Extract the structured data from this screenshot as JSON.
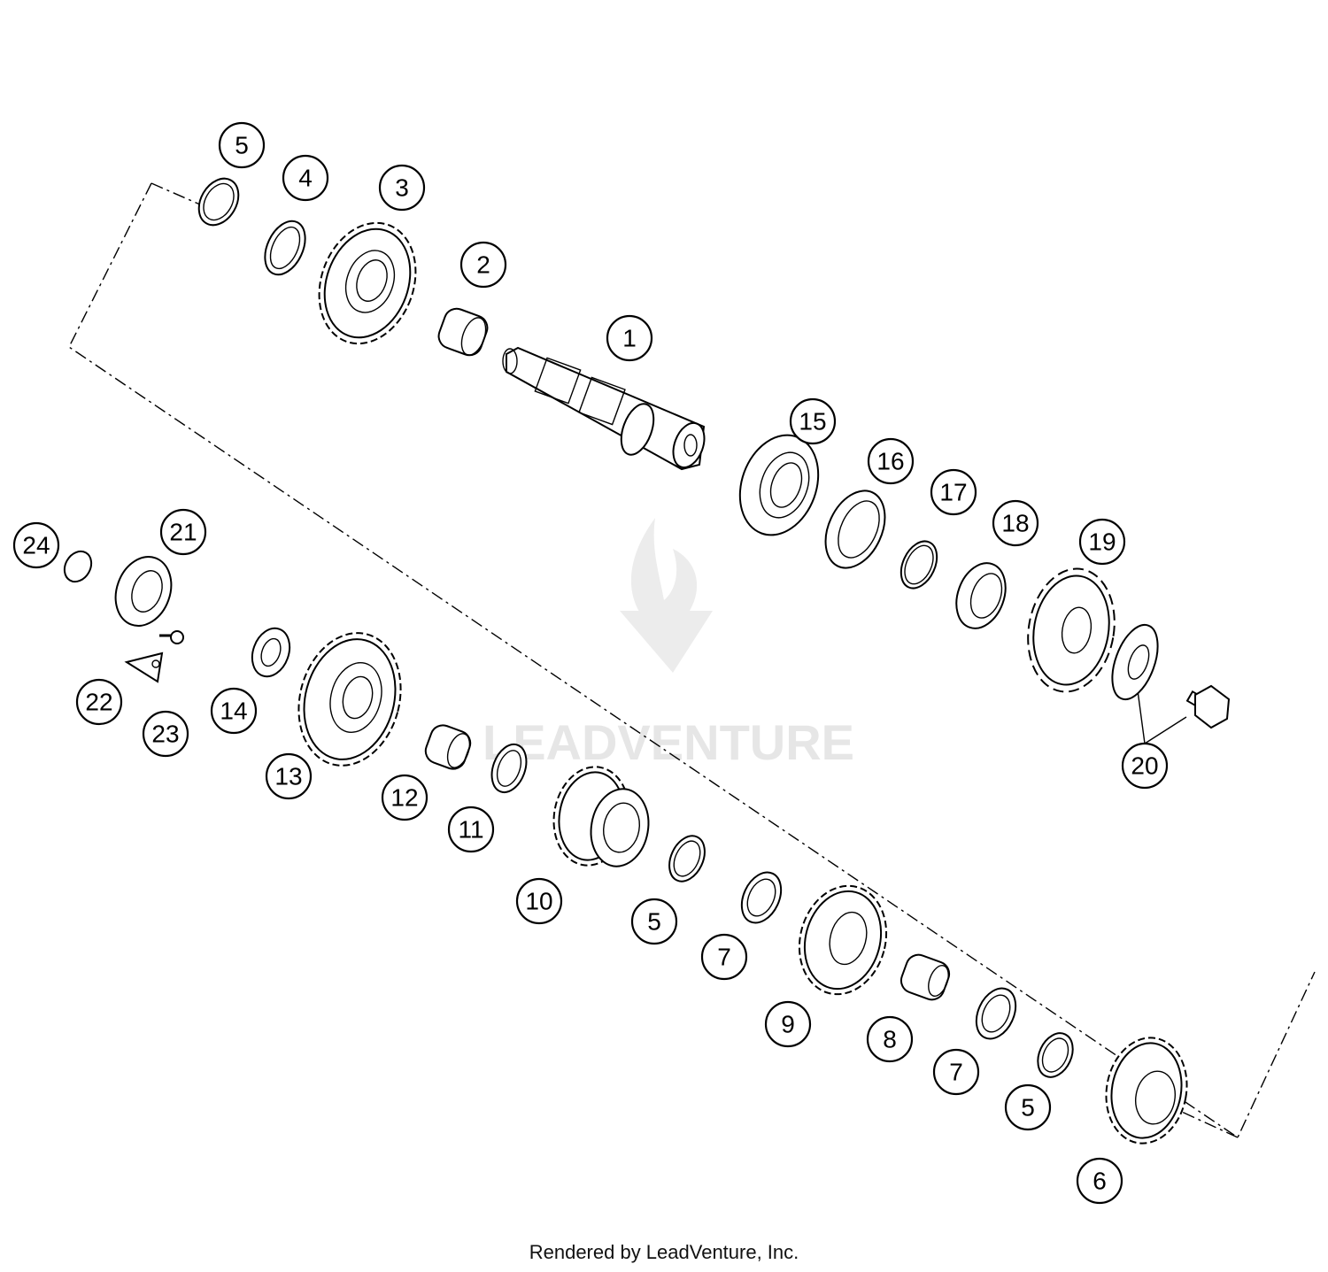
{
  "diagram": {
    "callouts": [
      "5",
      "4",
      "3",
      "2",
      "1",
      "15",
      "16",
      "17",
      "18",
      "19",
      "20",
      "24",
      "21",
      "22",
      "23",
      "14",
      "13",
      "12",
      "11",
      "10",
      "5",
      "7",
      "9",
      "8",
      "7",
      "5",
      "6"
    ],
    "watermark": "LEADVENTURE",
    "footer": "Rendered by LeadVenture, Inc."
  }
}
